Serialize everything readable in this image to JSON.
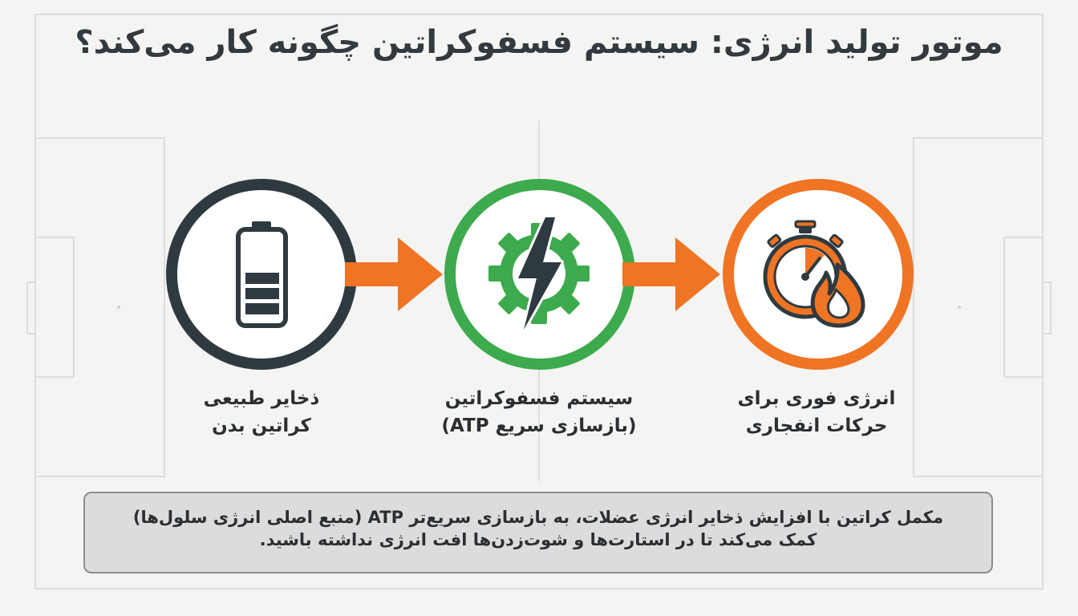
{
  "title": "موتور تولید انرژی: سیستم فسفوکراتین چگونه کار می‌کند؟",
  "colors": {
    "dark": "#2f3a40",
    "green": "#3daa4d",
    "orange": "#ef7424",
    "text": "#2b2f33",
    "background": "#f4f4f2",
    "field_lines": "#dcdcdc"
  },
  "steps": [
    {
      "icon": "battery-icon",
      "color": "#2f3a40",
      "line1": "ذخایر طبیعی",
      "line2": "کراتین بدن"
    },
    {
      "icon": "gear-lightning-icon",
      "color": "#3daa4d",
      "line1": "سیستم فسفوکراتین",
      "line2": "(بازسازی سریع ATP)"
    },
    {
      "icon": "stopwatch-fire-icon",
      "color": "#ef7424",
      "line1": "انرژی فوری برای",
      "line2": "حرکات انفجاری"
    }
  ],
  "arrows": [
    {
      "icon": "arrow-right-icon",
      "color": "#ef7424"
    },
    {
      "icon": "arrow-right-icon",
      "color": "#ef7424"
    }
  ],
  "note": {
    "line1": "مکمل کراتین با افزایش ذخایر انرژی عضلات، به بازسازی سریع‌تر ATP (منبع اصلی انرژی سلول‌ها)",
    "line2": "کمک می‌کند تا در استارت‌ها و شوت‌زدن‌ها افت انرژی نداشته باشید."
  }
}
